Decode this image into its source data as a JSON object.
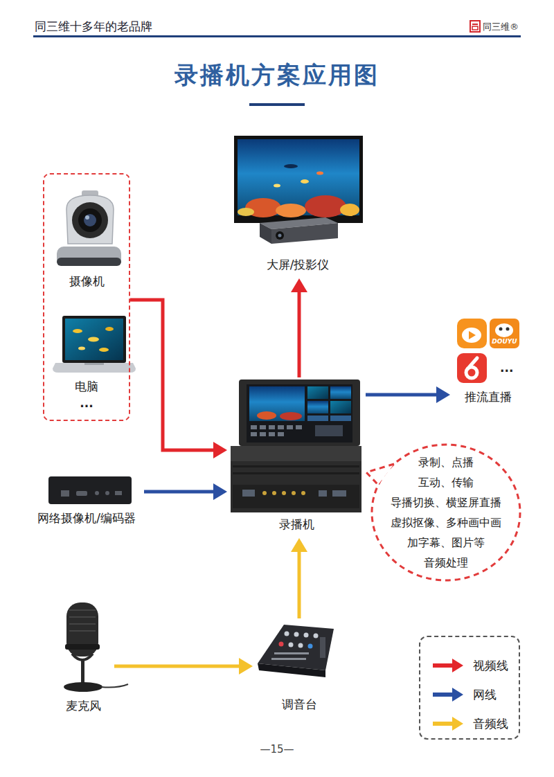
{
  "diagram": {
    "title": "录播机方案应用图",
    "nodes": [
      {
        "text": [
          "..."
        ]
      },
      {
        "text": [
          "摄像机"
        ],
        "in": 0
      },
      {
        "text": [
          "电脑"
        ],
        "in": 0
      },
      {
        "text": [
          "大屏/投影仪"
        ]
      },
      {
        "text": [
          "推流直播"
        ]
      },
      {
        "text": [
          "录播机"
        ]
      },
      {
        "text": [
          "网络摄像机/编码器"
        ]
      },
      {
        "text": [
          "录制、点播",
          "互动、传输",
          "导播切换、横竖屏直播",
          "虚拟抠像、多种画中画",
          "加字幕、图片等",
          "音频处理"
        ]
      },
      {
        "text": [
          "麦克风"
        ]
      },
      {
        "text": [
          "调音台"
        ]
      }
    ],
    "edges": [
      {
        "from": 0,
        "to": 5,
        "arrow": "to"
      },
      {
        "from": 5,
        "to": 3,
        "arrow": "to"
      },
      {
        "from": 5,
        "to": 4,
        "arrow": "to"
      },
      {
        "from": 6,
        "to": 5,
        "arrow": "to"
      },
      {
        "from": 8,
        "to": 9,
        "arrow": "to"
      },
      {
        "from": 9,
        "to": 5,
        "arrow": "to"
      }
    ],
    "labels": [
      "同三维十多年的老品牌",
      "同三维®",
      "DOUYU",
      "...",
      "—15—"
    ],
    "legend": [
      {
        "text": "视频线",
        "color": "#e3262b"
      },
      {
        "text": "网线",
        "color": "#2a4fa2"
      },
      {
        "text": "音频线",
        "color": "#f4c12c"
      }
    ]
  }
}
